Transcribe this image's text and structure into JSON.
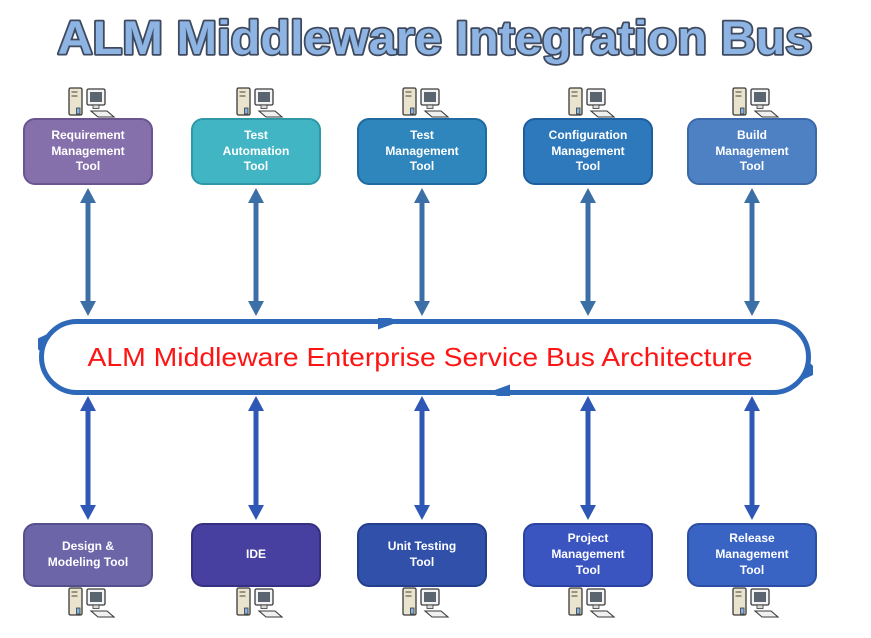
{
  "title": "ALM Middleware Integration Bus",
  "title_colors": {
    "fill": "#8DB4E2",
    "outline": "#3F4A5F"
  },
  "bus": {
    "label": "ALM Middleware Enterprise Service Bus Architecture",
    "ring_color": "#2E68B8",
    "label_color": "#FF1414"
  },
  "colors": {
    "top_arrow": "#3C6FA5",
    "bottom_arrow": "#2F57B5"
  },
  "icon": "server-workstation-icon",
  "top_tools": [
    {
      "label": "Requirement\nManagement\nTool",
      "fill": "#8570AC",
      "border": "#6A5590"
    },
    {
      "label": "Test\nAutomation\nTool",
      "fill": "#41B5C4",
      "border": "#2E98A8"
    },
    {
      "label": "Test\nManagement\nTool",
      "fill": "#2E86BC",
      "border": "#1F6A9E"
    },
    {
      "label": "Configuration\nManagement\nTool",
      "fill": "#2E78BC",
      "border": "#1F5E9E"
    },
    {
      "label": "Build\nManagement\nTool",
      "fill": "#4E81C4",
      "border": "#3A68A8"
    }
  ],
  "bottom_tools": [
    {
      "label": "Design &\nModeling Tool",
      "fill": "#6C65A8",
      "border": "#54508C"
    },
    {
      "label": "IDE",
      "fill": "#4740A0",
      "border": "#353080"
    },
    {
      "label": "Unit Testing\nTool",
      "fill": "#3050AA",
      "border": "#233F8C"
    },
    {
      "label": "Project\nManagement\nTool",
      "fill": "#3A55C0",
      "border": "#2A43A0"
    },
    {
      "label": "Release\nManagement\nTool",
      "fill": "#3A64C4",
      "border": "#2A4FA4"
    }
  ]
}
